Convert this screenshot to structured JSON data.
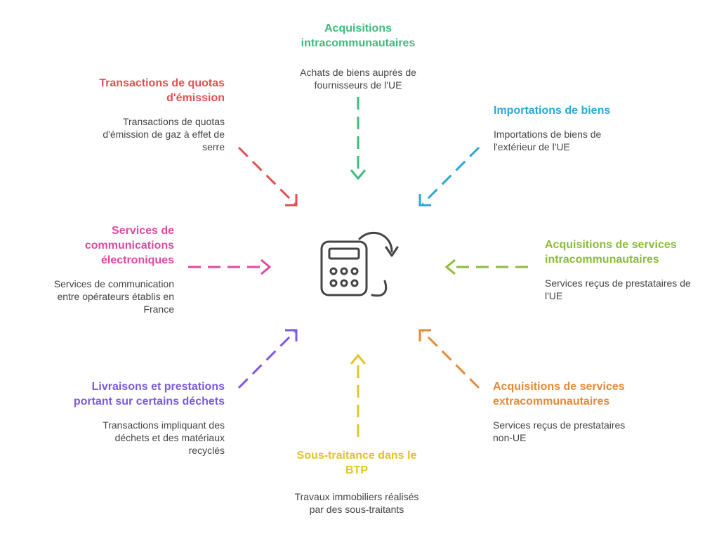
{
  "colors": {
    "acquisitions_intra": "#3dbb7a",
    "importations": "#2ba7d6",
    "services_intra": "#8cbb3d",
    "services_extra": "#e58a35",
    "btp": "#e0c525",
    "dechets": "#7a5ae0",
    "communications": "#df4a9e",
    "quotas": "#e05050",
    "icon": "#444444"
  },
  "center_icon": "calculator-refresh-icon",
  "items": {
    "acquisitions_intra": {
      "title": "Acquisitions intracommunautaires",
      "desc": "Achats de biens auprès de fournisseurs de l'UE"
    },
    "importations": {
      "title": "Importations de biens",
      "desc": "Importations de biens de l'extérieur de l'UE"
    },
    "services_intra": {
      "title": "Acquisitions de services intracommunautaires",
      "desc": "Services reçus de prestataires de l'UE"
    },
    "services_extra": {
      "title": "Acquisitions de services extracommunautaires",
      "desc": "Services reçus de prestataires non-UE"
    },
    "btp": {
      "title": "Sous-traitance dans le BTP",
      "desc": "Travaux immobiliers réalisés par des sous-traitants"
    },
    "dechets": {
      "title": "Livraisons et prestations portant sur certains déchets",
      "desc": "Transactions impliquant des déchets et des matériaux recyclés"
    },
    "communications": {
      "title": "Services de communications électroniques",
      "desc": "Services de communication entre opérateurs établis en France"
    },
    "quotas": {
      "title": "Transactions de quotas d'émission",
      "desc": "Transactions de quotas d'émission de gaz à effet de serre"
    }
  }
}
